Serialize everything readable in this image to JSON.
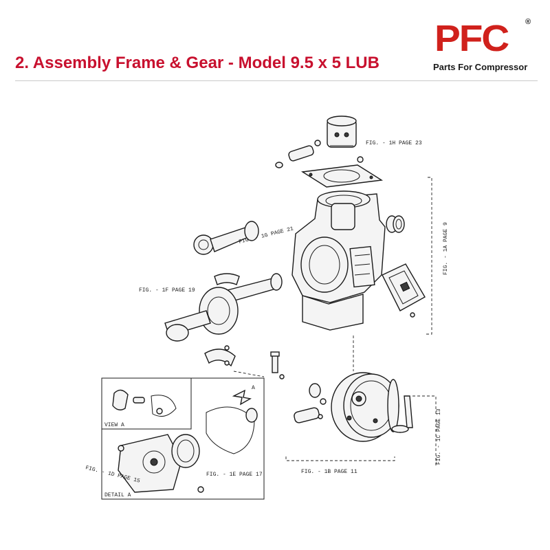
{
  "header": {
    "title": "2. Assembly Frame & Gear - Model 9.5 x 5 LUB"
  },
  "logo": {
    "mark": "PFC",
    "registered": "®",
    "tagline": "Parts For Compressor"
  },
  "diagram": {
    "labels": {
      "fig_1h": "FIG. - 1H PAGE 23",
      "fig_1g": "FIG. - 1G PAGE 21",
      "fig_1a": "FIG. - 1A PAGE 9",
      "fig_1f": "FIG. - 1F PAGE 19",
      "fig_1b": "FIG. - 1B PAGE 11",
      "fig_1c": "FIG. - 1C PAGE 13",
      "fig_1e": "FIG. - 1E PAGE 17",
      "fig_1d": "FIG. - 1D PAGE 15",
      "view_a": "VIEW A",
      "detail_a": "DETAIL A",
      "arrow_a": "A"
    }
  },
  "colors": {
    "brand_red": "#d0211c",
    "title_red": "#c8102e"
  }
}
